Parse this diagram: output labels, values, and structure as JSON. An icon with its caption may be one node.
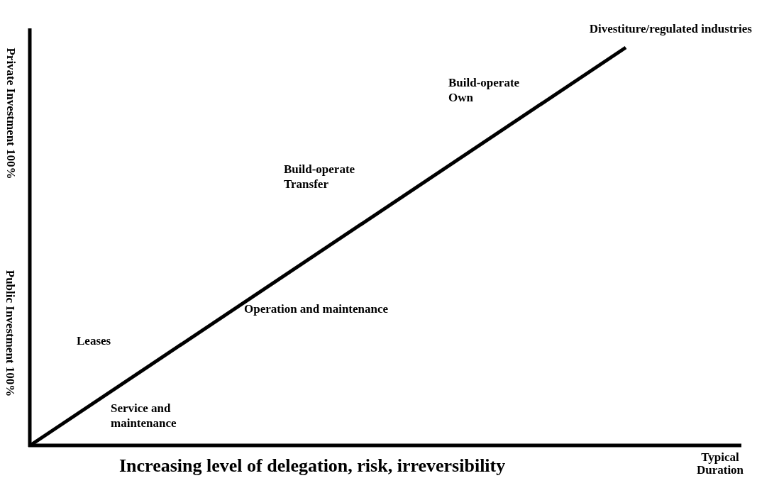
{
  "diagram": {
    "labels": [
      "Private Investment 100%",
      "Public Investment 100%",
      "Divestiture/regulated industries",
      "Build-operate Own",
      "Build-operate Transfer",
      "Operation and maintenance",
      "Leases",
      "Service and maintenance",
      "Increasing level of delegation, risk, irreversibility",
      "Typical Duration"
    ]
  }
}
